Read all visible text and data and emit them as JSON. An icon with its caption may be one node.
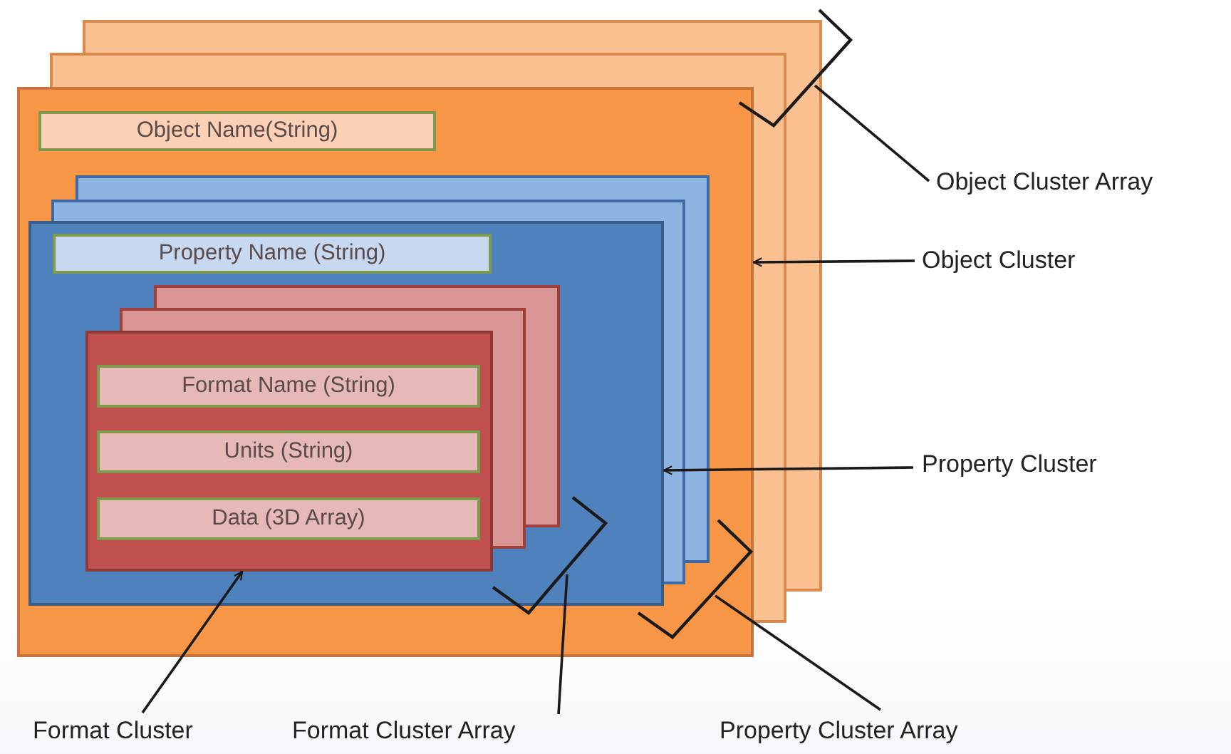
{
  "diagram": {
    "nodes": [
      {
        "text": [],
        "shape": "box"
      },
      {
        "text": [
          "Object Name(String)"
        ],
        "in": 0
      },
      {
        "text": [],
        "shape": "box",
        "in": 0
      },
      {
        "text": [
          "Property  Name (String)"
        ],
        "in": 2
      },
      {
        "text": [],
        "shape": "box",
        "in": 2
      },
      {
        "text": [
          "Format Name (String)"
        ],
        "in": 4
      },
      {
        "text": [
          "Units (String)"
        ],
        "in": 4
      },
      {
        "text": [
          "Data (3D Array)"
        ],
        "in": 4
      },
      {
        "text": [],
        "shape": "bracket"
      },
      {
        "text": [],
        "shape": "bracket",
        "in": 0
      },
      {
        "text": [],
        "shape": "bracket",
        "in": 0
      },
      {
        "text": [
          "Object Cluster Array"
        ]
      },
      {
        "text": [
          "Object Cluster"
        ]
      },
      {
        "text": [
          "Property Cluster"
        ]
      },
      {
        "text": [
          "Property Cluster Array"
        ]
      },
      {
        "text": [
          "Format Cluster"
        ]
      },
      {
        "text": [
          "Format Cluster Array"
        ]
      }
    ],
    "edges": [
      {
        "from": 11,
        "to": 8,
        "arrow": "none"
      },
      {
        "from": 12,
        "to": 0,
        "arrow": "to"
      },
      {
        "from": 13,
        "to": 2,
        "arrow": "to"
      },
      {
        "from": 14,
        "to": 10,
        "arrow": "none"
      },
      {
        "from": 15,
        "to": 4,
        "arrow": "to"
      },
      {
        "from": 16,
        "to": 9,
        "arrow": "none"
      }
    ]
  }
}
